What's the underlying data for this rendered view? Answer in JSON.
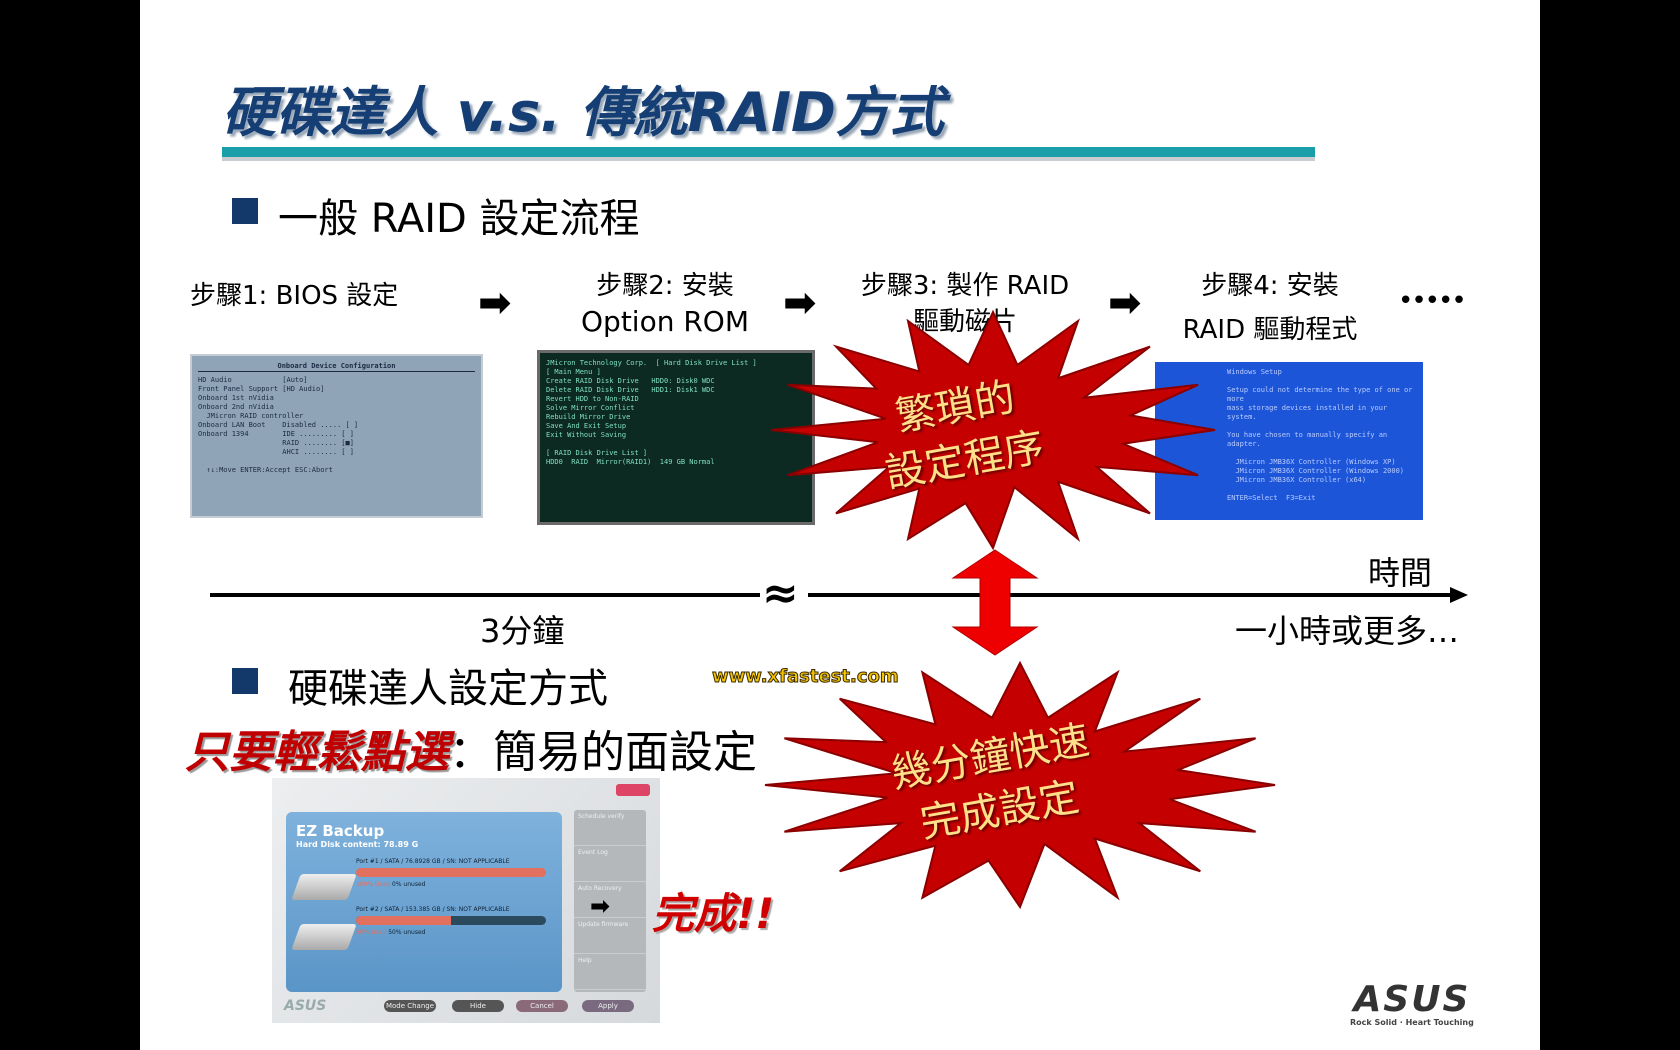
{
  "title": "硬碟達人  v.s. 傳統RAID方式",
  "section1": "一般 RAID 設定流程",
  "steps": [
    {
      "line1": "步驟1:  BIOS 設定",
      "line2": ""
    },
    {
      "line1": "步驟2: 安裝",
      "line2": "Option ROM"
    },
    {
      "line1": "步驟3: 製作 RAID",
      "line2": "驅動磁片"
    },
    {
      "line1": "步驟4: 安裝",
      "line2": "RAID 驅動程式"
    }
  ],
  "ellipsis": "•••••",
  "bios_screen": {
    "header": "Onboard Device Configuration",
    "rows": [
      "HD Audio            [Auto]",
      "Front Panel Support [HD Audio]",
      "Onboard 1st nVidia",
      "Onboard 2nd nVidia",
      "  JMicron RAID controller",
      "Onboard LAN Boot    Disabled ..... [ ]",
      "Onboard 1394        IDE ......... [ ]",
      "                    RAID ........ [■]",
      "                    AHCI ........ [ ]",
      "",
      "  ↑↓:Move ENTER:Accept ESC:Abort"
    ]
  },
  "orom_screen": {
    "rows": [
      "JMicron Technology Corp.  [ Hard Disk Drive List ]",
      "[ Main Menu ]",
      "Create RAID Disk Drive   HDD0: Disk0 WDC",
      "Delete RAID Disk Drive   HDD1: Disk1 WDC",
      "Revert HDD to Non-RAID",
      "Solve Mirror Conflict",
      "Rebuild Mirror Drive",
      "Save And Exit Setup",
      "Exit Without Saving",
      "",
      "[ RAID Disk Drive List ]",
      "HDD0  RAID  Mirror(RAID1)  149 GB Normal"
    ]
  },
  "driver_screen": {
    "rows": [
      "Windows Setup",
      "",
      "Setup could not determine the type of one or more",
      "mass storage devices installed in your system.",
      "",
      "You have chosen to manually specify an adapter.",
      "",
      "  JMicron JMB36X Controller (Windows XP)",
      "  JMicron JMB36X Controller (Windows 2000)",
      "  JMicron JMB36X Controller (x64)",
      "",
      "ENTER=Select  F3=Exit"
    ]
  },
  "burst1": {
    "line1": "繁瑣的",
    "line2": "設定程序"
  },
  "burst2": {
    "line1": "幾分鐘快速",
    "line2": "完成設定"
  },
  "timeline": {
    "label": "時間",
    "short": "3分鐘",
    "long": "一小時或更多…",
    "break": "≈"
  },
  "section2": "硬碟達人設定方式",
  "watermark": "www.xfastest.com",
  "tagline": {
    "highlight": "只要輕鬆點選",
    "rest": "：簡易的面設定"
  },
  "ez_backup": {
    "title": "EZ Backup",
    "content": "Hard Disk content: 78.89 G",
    "disks": [
      {
        "label": "Port #1 / SATA / 76.8928 GB / SN: NOT APPLICABLE",
        "used": "100% Used",
        "unused": "0% unused",
        "used_pct": 100
      },
      {
        "label": "Port #2 / SATA / 153.385 GB / SN: NOT APPLICABLE",
        "used": "50% Used",
        "unused": "50% unused",
        "used_pct": 50
      }
    ],
    "side": [
      "Schedule verify",
      "Event Log",
      "Auto Recovery",
      "Update firmware",
      "Help"
    ],
    "buttons": [
      "Mode Change",
      "Hide",
      "Cancel",
      "Apply"
    ],
    "logo": "ASUS"
  },
  "done": "完成!!",
  "logo": {
    "brand": "ASUS",
    "slogan": "Rock Solid · Heart Touching"
  },
  "colors": {
    "title": "#153e75",
    "accent": "#1a9eaa",
    "red": "#c00000",
    "burst": "#c40000",
    "burst_text": "#ffe08a"
  }
}
